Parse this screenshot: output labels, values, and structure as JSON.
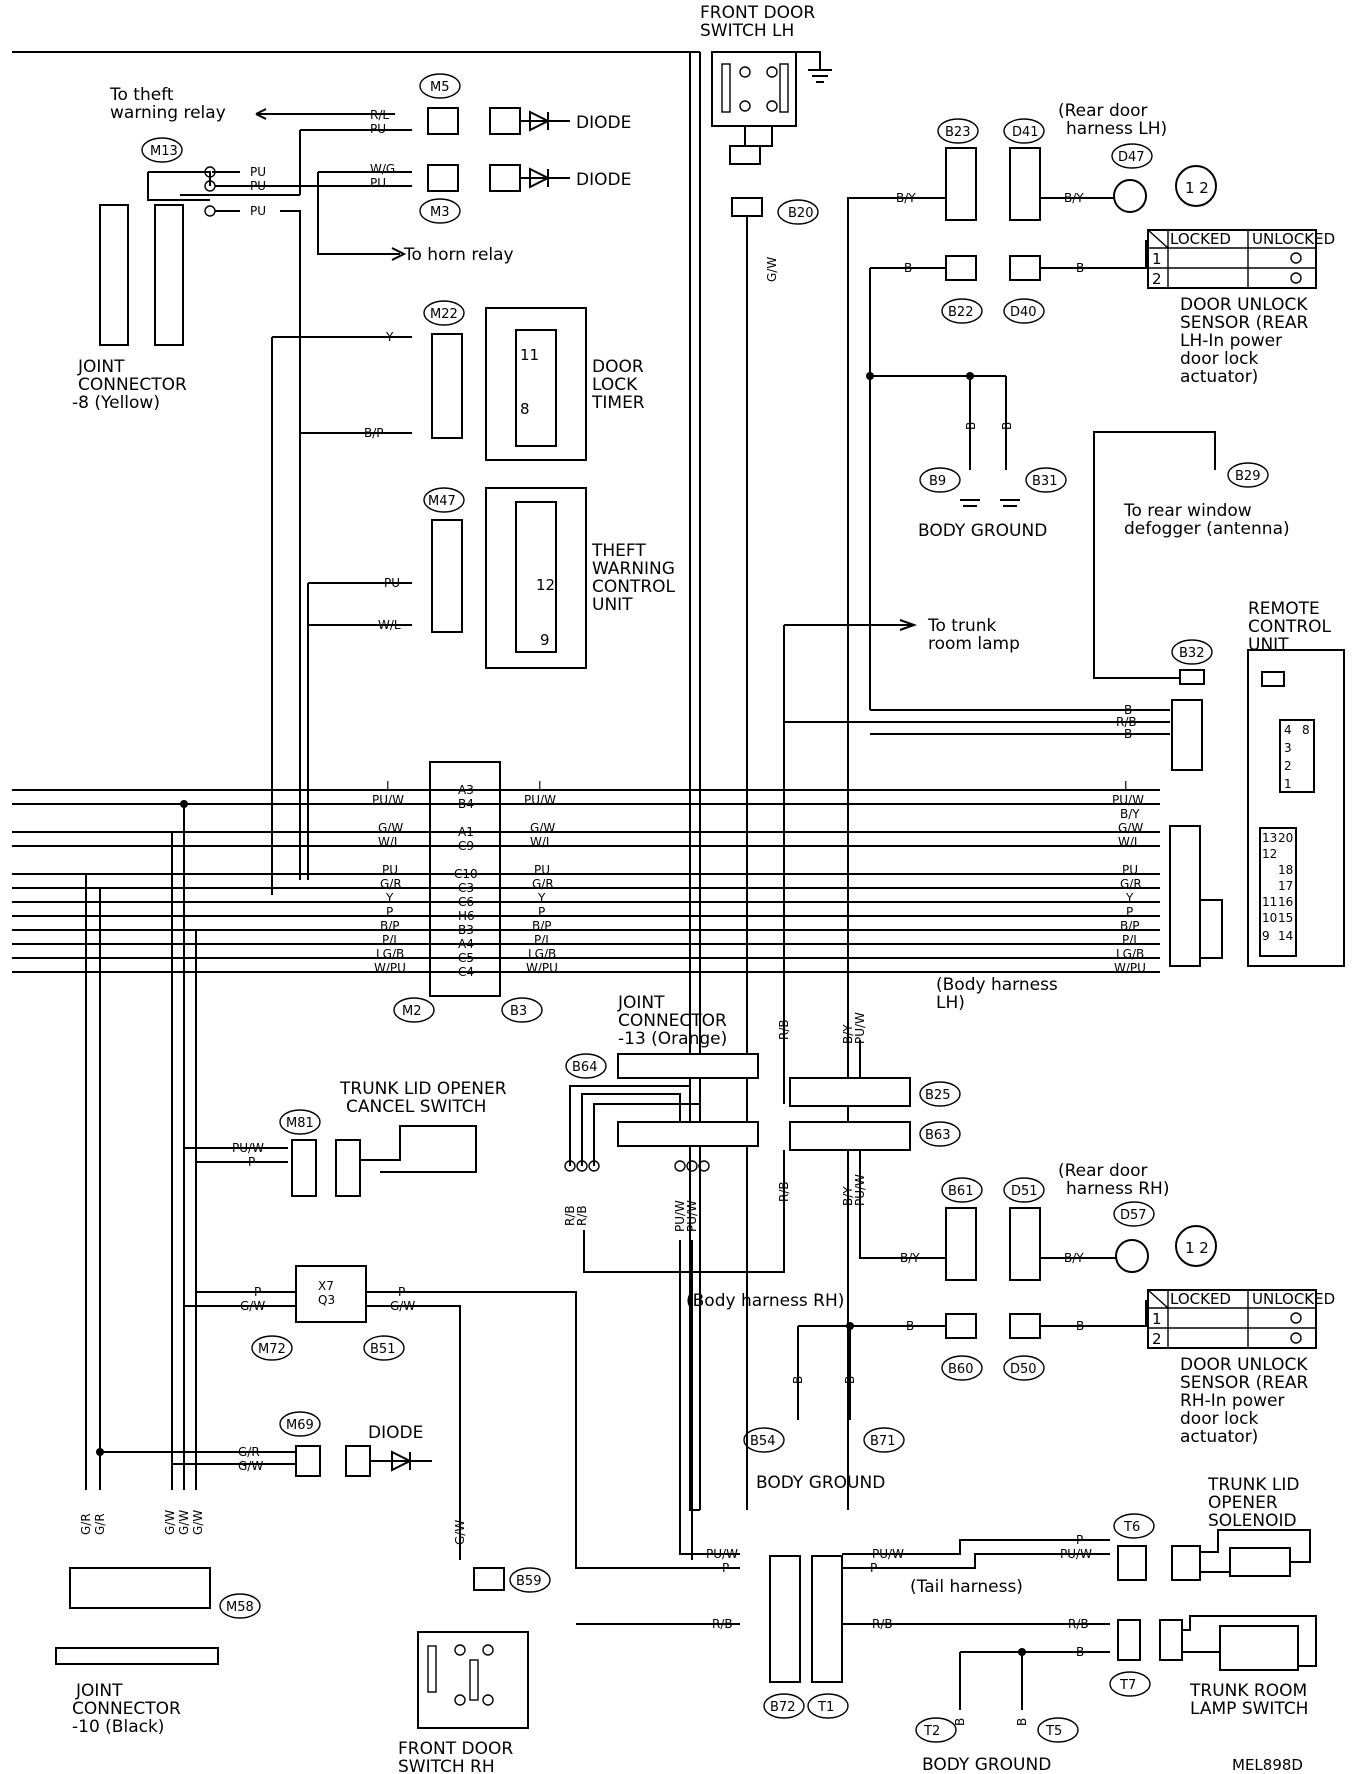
{
  "diagram_code": "MEL898D",
  "top": {
    "front_door_switch_lh": [
      "FRONT DOOR",
      "SWITCH LH"
    ],
    "to_theft": [
      "To theft",
      "warning relay"
    ],
    "to_horn": "To horn relay",
    "diode": "DIODE",
    "joint8": [
      "JOINT",
      "CONNECTOR",
      "-8 (Yellow)"
    ],
    "door_lock_timer": [
      "DOOR",
      "LOCK",
      "TIMER"
    ],
    "theft_unit": [
      "THEFT",
      "WARNING",
      "CONTROL",
      "UNIT"
    ],
    "rear_door_lh": [
      "(Rear door",
      "harness LH)"
    ],
    "sensor_lh": [
      "DOOR UNLOCK",
      "SENSOR (REAR",
      "LH-In power",
      "door lock",
      "actuator)"
    ],
    "table_head": [
      "LOCKED",
      "UNLOCKED"
    ],
    "body_ground": "BODY GROUND",
    "rear_window": [
      "To rear window",
      "defogger (antenna)"
    ],
    "trunk_room_lamp": [
      "To trunk",
      "room lamp"
    ],
    "remote_unit": [
      "REMOTE",
      "CONTROL",
      "UNIT"
    ],
    "body_harness_lh": [
      "(Body harness",
      "LH)"
    ]
  },
  "tags": {
    "m5": "M5",
    "m3": "M3",
    "m13": "M13",
    "m22": "M22",
    "m47": "M47",
    "b20": "B20",
    "b23": "B23",
    "d41": "D41",
    "d47": "D47",
    "b22": "B22",
    "d40": "D40",
    "b9": "B9",
    "b31": "B31",
    "b29": "B29",
    "b32": "B32",
    "m2": "M2",
    "b3": "B3",
    "b64": "B64",
    "b25": "B25",
    "b63": "B63",
    "m81": "M81",
    "b61": "B61",
    "d51": "D51",
    "d57": "D57",
    "m72": "M72",
    "b51": "B51",
    "b60": "B60",
    "d50": "D50",
    "m69": "M69",
    "b54": "B54",
    "b71": "B71",
    "m58": "M58",
    "t6": "T6",
    "b59": "B59",
    "t7": "T7",
    "b72": "B72",
    "t1": "T1",
    "t2": "T2",
    "t5": "T5"
  },
  "wires": {
    "rl": "R/L",
    "pu": "PU",
    "wg": "W/G",
    "y": "Y",
    "bp": "B/P",
    "wl": "W/L",
    "by": "B/Y",
    "b": "B",
    "gw": "G/W",
    "rb": "R/B",
    "l": "L",
    "puw": "PU/W",
    "gr": "G/R",
    "p": "P",
    "pl": "P/L",
    "lgb": "LG/B",
    "wpu": "W/PU"
  },
  "pins_m2": [
    "A3",
    "B4",
    "A1",
    "C9",
    "C10",
    "C3",
    "C6",
    "H6",
    "B3",
    "A4",
    "C5",
    "C4"
  ],
  "pins_left": [
    "L",
    "PU/W",
    "G/W",
    "W/L",
    "PU",
    "G/R",
    "Y",
    "P",
    "B/P",
    "P/L",
    "LG/B",
    "W/PU"
  ],
  "pin_timer": [
    "11",
    "8"
  ],
  "pin_theft": [
    "12",
    "9"
  ],
  "remote_pins": [
    "4",
    "8",
    "3",
    "2",
    "1",
    "13",
    "20",
    "12",
    "18",
    "17",
    "11",
    "16",
    "10",
    "15",
    "9",
    "14"
  ],
  "bottom": {
    "joint13": [
      "JOINT",
      "CONNECTOR",
      "-13 (Orange)"
    ],
    "trunk_cancel": [
      "TRUNK LID OPENER",
      "CANCEL SWITCH"
    ],
    "rear_door_rh": [
      "(Rear door",
      "harness RH)"
    ],
    "body_harness_rh": "(Body harness RH)",
    "sensor_rh": [
      "DOOR UNLOCK",
      "SENSOR (REAR",
      "RH-In power",
      "door lock",
      "actuator)"
    ],
    "x7": "X7",
    "q3": "Q3",
    "trunk_solenoid": [
      "TRUNK LID",
      "OPENER",
      "SOLENOID"
    ],
    "tail_harness": "(Tail harness)",
    "trunk_room_lamp_switch": [
      "TRUNK ROOM",
      "LAMP SWITCH"
    ],
    "joint10": [
      "JOINT",
      "CONNECTOR",
      "-10 (Black)"
    ],
    "front_door_switch_rh": [
      "FRONT DOOR",
      "SWITCH RH"
    ]
  }
}
